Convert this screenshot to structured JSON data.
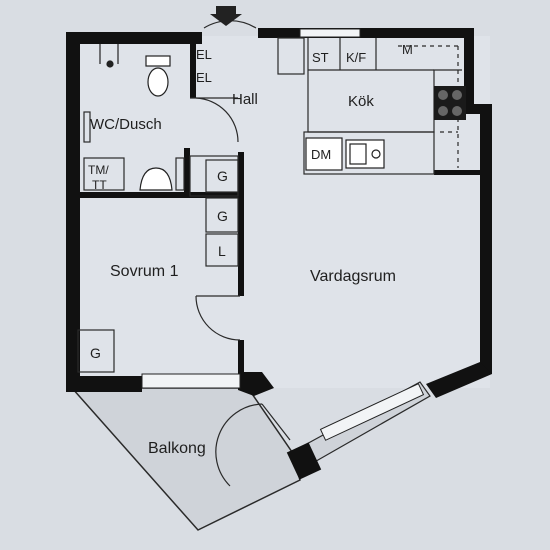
{
  "plan": {
    "rooms": {
      "wc": "WC/Dusch",
      "hall": "Hall",
      "kitchen": "Kök",
      "bedroom": "Sovrum 1",
      "living": "Vardagsrum",
      "balcony": "Balkong"
    },
    "fixtures": {
      "el1": "EL",
      "el2": "EL",
      "st": "ST",
      "kf": "K/F",
      "m": "M",
      "dm": "DM",
      "tm": "TM/",
      "tt": "TT",
      "g1": "G",
      "g2": "G",
      "l": "L",
      "g3": "G"
    }
  }
}
